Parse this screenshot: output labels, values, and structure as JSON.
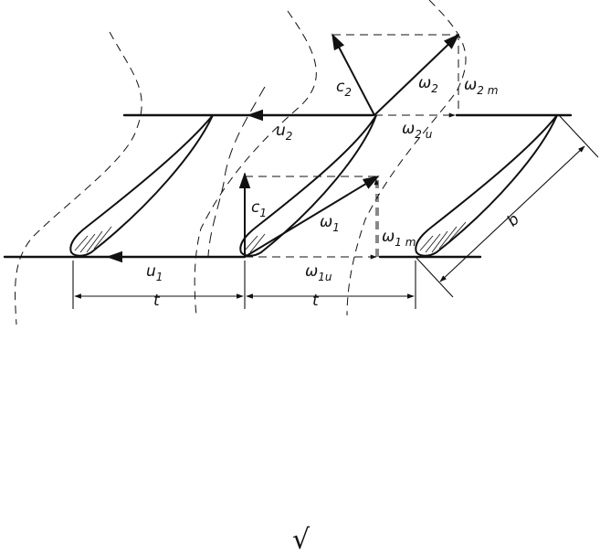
{
  "labels": {
    "u2": "u",
    "u2_sub": "2",
    "u1": "u",
    "u1_sub": "1",
    "c2": "c",
    "c2_sub": "2",
    "w2": "ω",
    "w2_sub": "2",
    "w2m": "ω",
    "w2m_sub": "2 m",
    "w2u": "ω",
    "w2u_sub": "2 u",
    "c1": "c",
    "c1_sub": "1",
    "w1": "ω",
    "w1_sub": "1",
    "w1m": "ω",
    "w1m_sub": "1 m",
    "w1u": "ω",
    "w1u_sub": "1u",
    "b": "b",
    "t_left": "t",
    "t_right": "t"
  },
  "footer_mark": "√"
}
